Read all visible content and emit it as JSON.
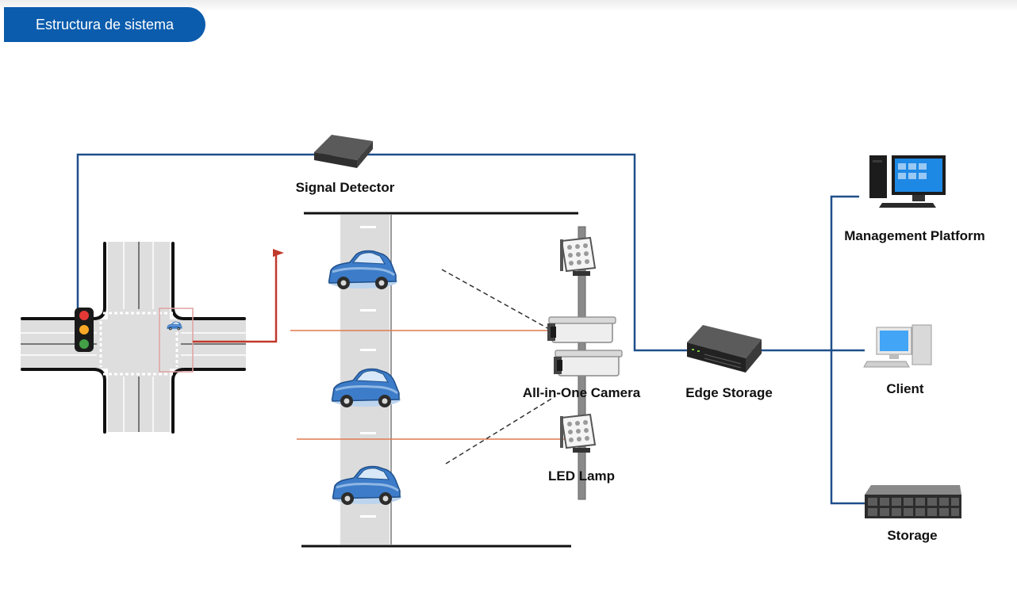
{
  "section_title": "Estructura de sistema",
  "nodes": {
    "signal_detector": "Signal Detector",
    "camera": "All-in-One Camera",
    "led_lamp": "LED Lamp",
    "edge_storage": "Edge Storage",
    "management_platform": "Management Platform",
    "client": "Client",
    "storage": "Storage"
  },
  "colors": {
    "accent": "#0b5cad",
    "network_line": "#1f4f8a",
    "trigger_line": "#c0392b",
    "laser_line": "#e07a4f"
  }
}
